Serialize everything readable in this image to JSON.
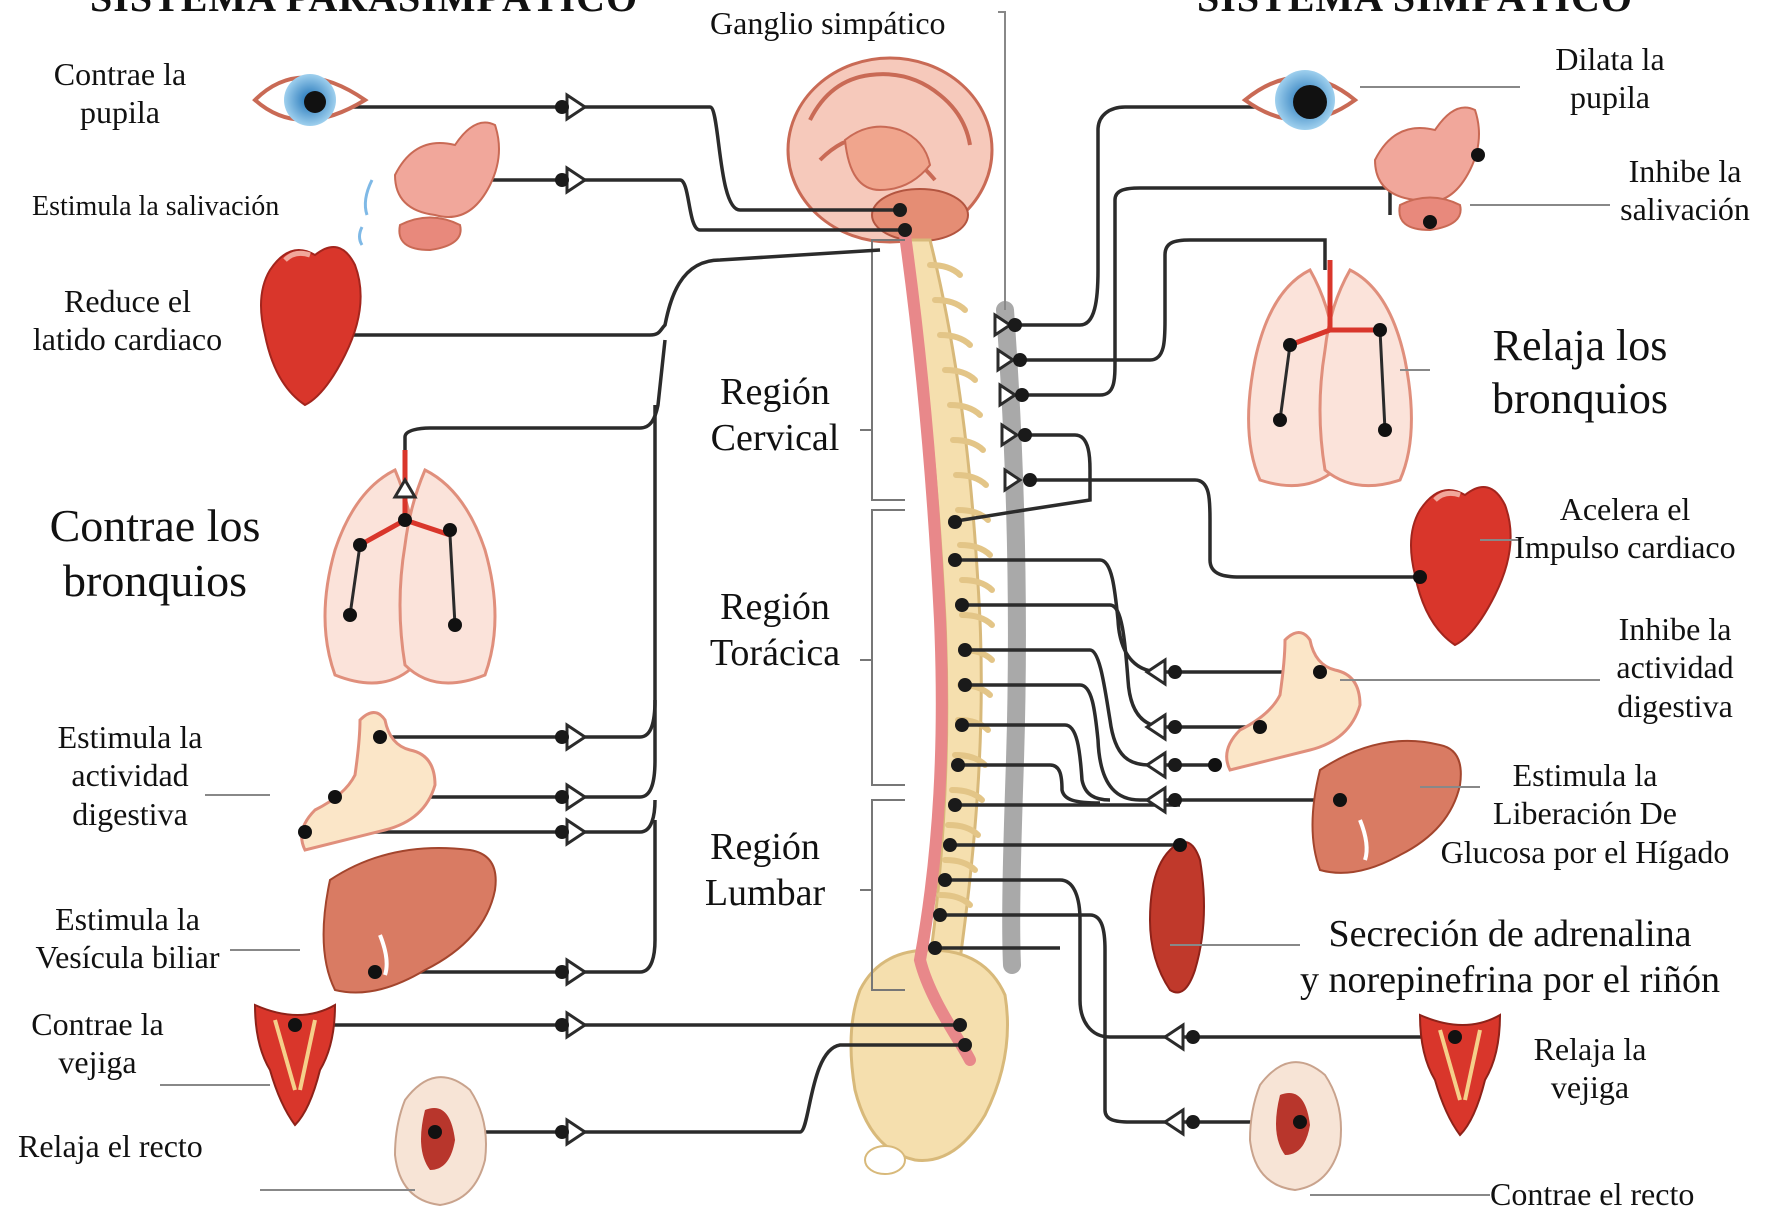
{
  "headers": {
    "left": "SISTEMA PARASIMPÁTICO",
    "right": "SISTEMA SIMPÁTICO"
  },
  "ganglion_label": "Ganglio simpático",
  "regions": {
    "cervical": [
      "Región",
      "Cervical"
    ],
    "thoracic": [
      "Región",
      "Torácica"
    ],
    "lumbar": [
      "Región",
      "Lumbar"
    ]
  },
  "parasympathetic": {
    "pupil": [
      "Contrae la",
      "pupila"
    ],
    "saliva": [
      "Estimula la salivación"
    ],
    "heart": [
      "Reduce el",
      "latido cardiaco"
    ],
    "bronchi": [
      "Contrae los",
      "bronquios"
    ],
    "digestion": [
      "Estimula la",
      "actividad",
      "digestiva"
    ],
    "gallbladder": [
      "Estimula la",
      "Vesícula biliar"
    ],
    "bladder": [
      "Contrae la",
      "vejiga"
    ],
    "rectum": [
      "Relaja el recto"
    ]
  },
  "sympathetic": {
    "pupil": [
      "Dilata la",
      "pupila"
    ],
    "saliva": [
      "Inhibe la",
      "salivación"
    ],
    "bronchi": [
      "Relaja los",
      "bronquios"
    ],
    "heart": [
      "Acelera el",
      "Impulso cardiaco"
    ],
    "digestion": [
      "Inhibe la",
      "actividad",
      "digestiva"
    ],
    "liver": [
      "Estimula la",
      "Liberación De",
      "Glucosa por el Hígado"
    ],
    "adrenal": [
      "Secreción de adrenalina",
      "y norepinefrina por el riñón"
    ],
    "bladder": [
      "Relaja la",
      "vejiga"
    ],
    "rectum": [
      "Contrae el recto"
    ]
  },
  "colors": {
    "nerve": "#2b2b2b",
    "organ_red": "#d9362b",
    "organ_pink": "#f1a79b",
    "spine_bone": "#f5dfae",
    "cord": "#e8888a",
    "chain": "#a9a9a9"
  }
}
